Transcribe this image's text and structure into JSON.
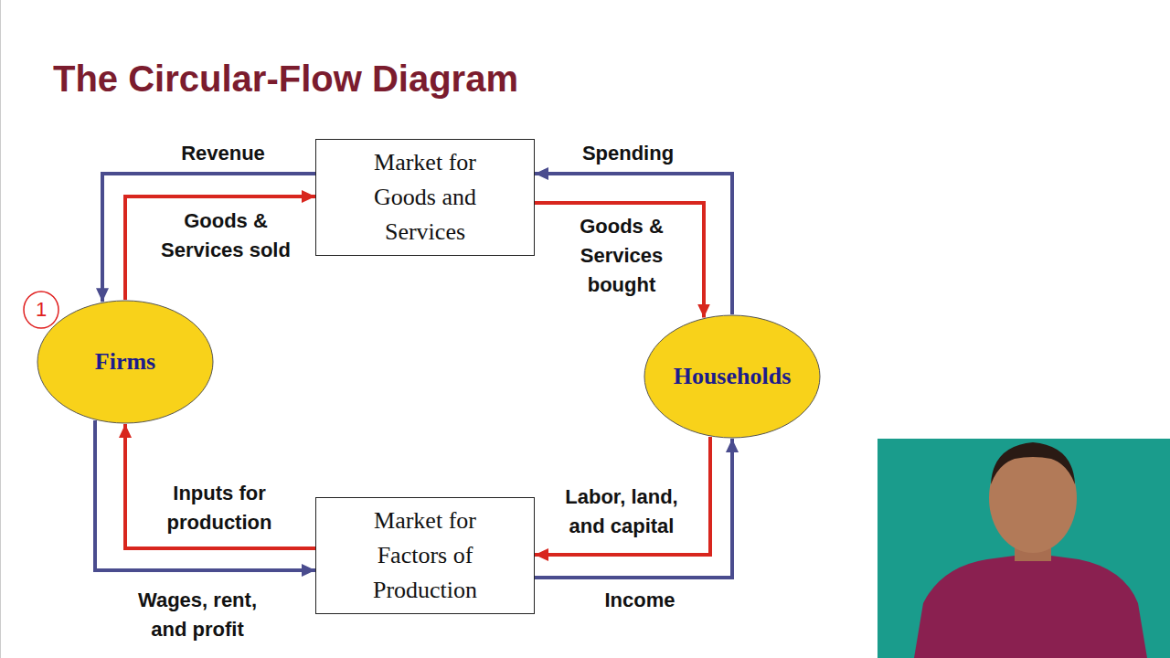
{
  "diagram": {
    "title": "The Circular-Flow Diagram",
    "nodes": [
      {
        "text": [
          "Market for Goods and Services"
        ]
      },
      {
        "text": [
          "Firms"
        ]
      },
      {
        "text": [
          "Households"
        ]
      },
      {
        "text": [
          "Market for Factors of Production"
        ]
      }
    ],
    "edges": [
      {
        "from": 0,
        "to": 1,
        "arrow": "to",
        "label": "Revenue"
      },
      {
        "from": 1,
        "to": 0,
        "arrow": "to",
        "label": "Goods & Services sold"
      },
      {
        "from": 2,
        "to": 0,
        "arrow": "to",
        "label": "Spending"
      },
      {
        "from": 0,
        "to": 2,
        "arrow": "to",
        "label": "Goods & Services bought"
      },
      {
        "from": 2,
        "to": 3,
        "arrow": "to",
        "label": "Labor, land, and capital"
      },
      {
        "from": 3,
        "to": 2,
        "arrow": "to",
        "label": "Income"
      },
      {
        "from": 3,
        "to": 1,
        "arrow": "to",
        "label": "Inputs for production"
      },
      {
        "from": 1,
        "to": 3,
        "arrow": "to",
        "label": "Wages, rent, and profit"
      }
    ],
    "labels": [
      "1"
    ]
  }
}
